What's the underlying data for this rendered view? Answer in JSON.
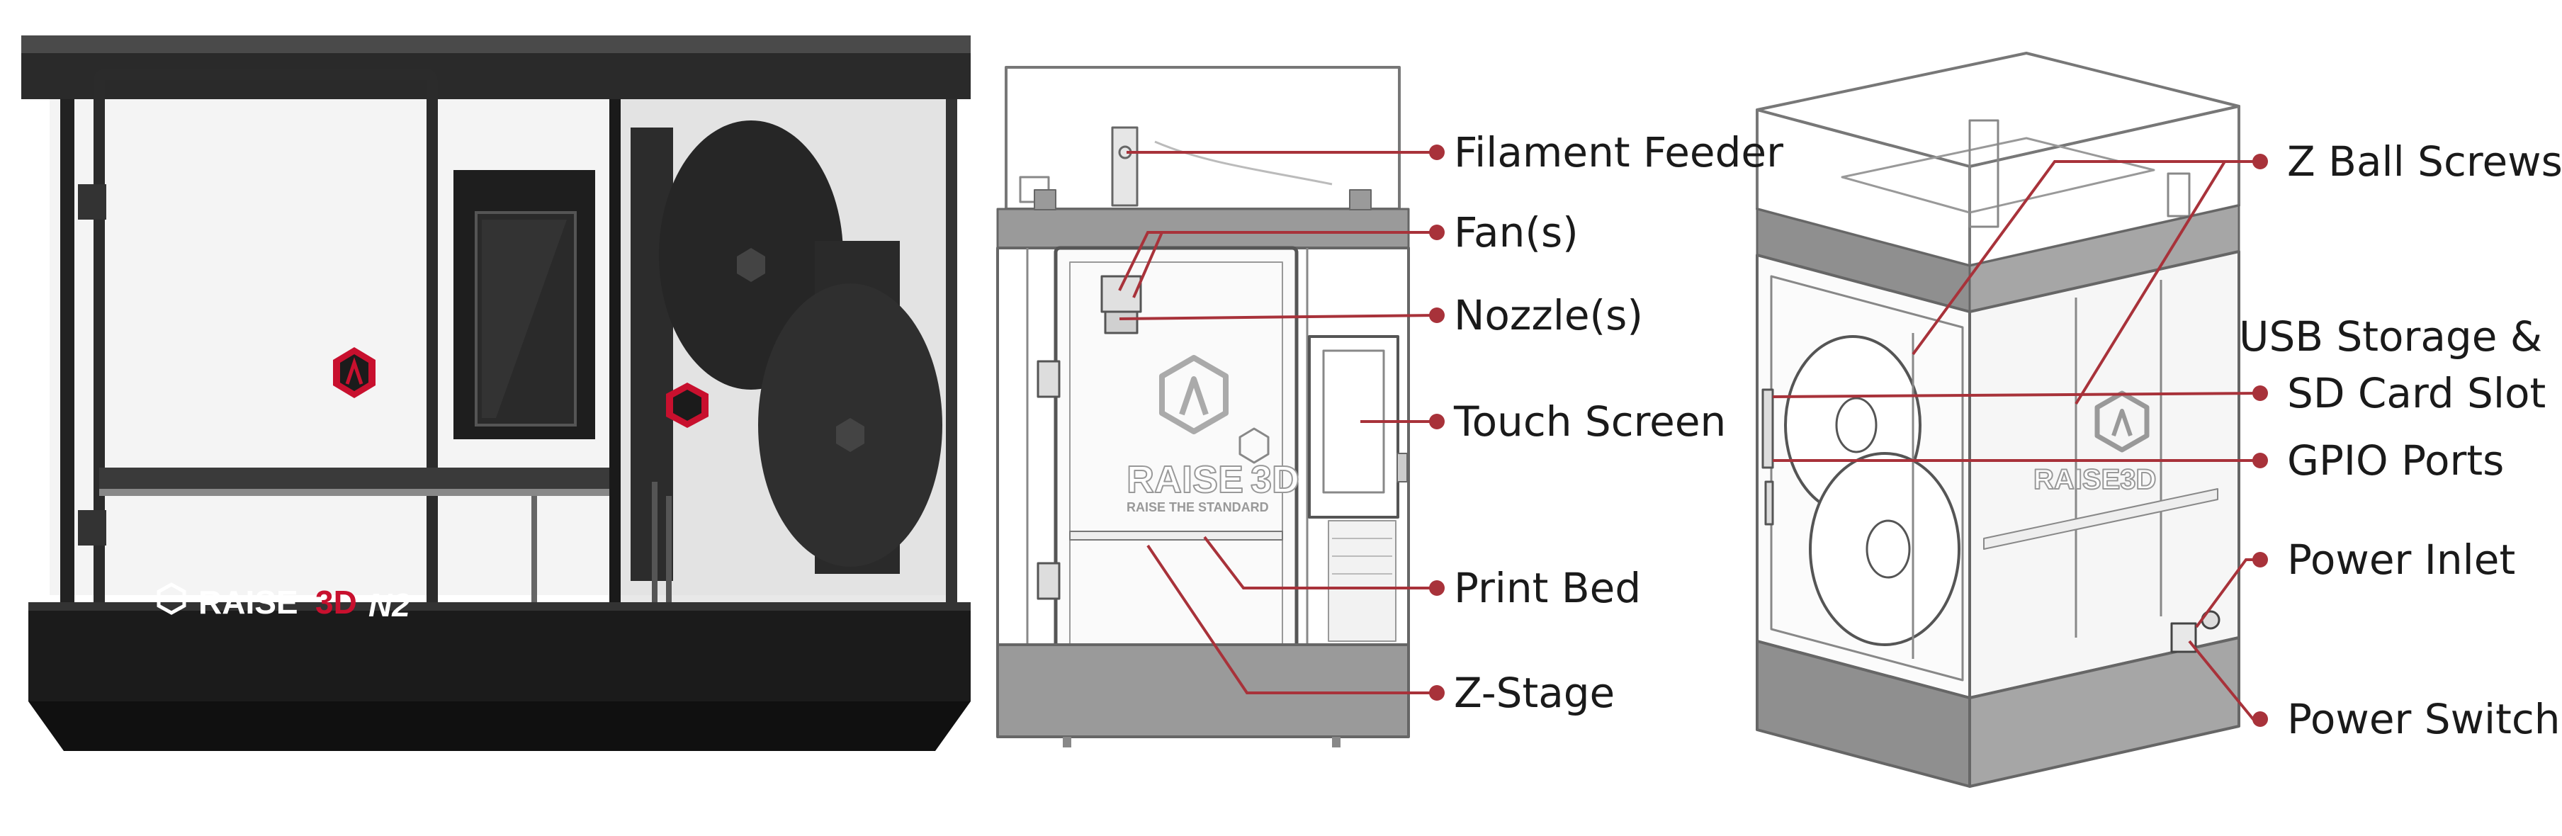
{
  "colors": {
    "callout": "#a8323a",
    "logo_red": "#c8102e",
    "dark_body": "#1b1b1b",
    "frame_gray": "#8c8c8c",
    "band_gray": "#9a9a9a"
  },
  "photo": {
    "brand": "RAISE",
    "brand_3d": "3D",
    "model": "N2"
  },
  "front_view": {
    "logo_brand": "RAISE",
    "logo_3d": "3D",
    "logo_tagline": "RAISE THE STANDARD"
  },
  "iso_view": {
    "logo_brand": "RAISE3D"
  },
  "callouts": {
    "front": [
      {
        "label": "Filament Feeder"
      },
      {
        "label": "Fan(s)"
      },
      {
        "label": "Nozzle(s)"
      },
      {
        "label": "Touch Screen"
      },
      {
        "label": "Print Bed"
      },
      {
        "label": "Z-Stage"
      }
    ],
    "iso": [
      {
        "label": "Z Ball Screws"
      },
      {
        "label": "USB Storage &",
        "label2": "SD Card Slot"
      },
      {
        "label": "GPIO Ports"
      },
      {
        "label": "Power Inlet"
      },
      {
        "label": "Power Switch"
      }
    ]
  }
}
